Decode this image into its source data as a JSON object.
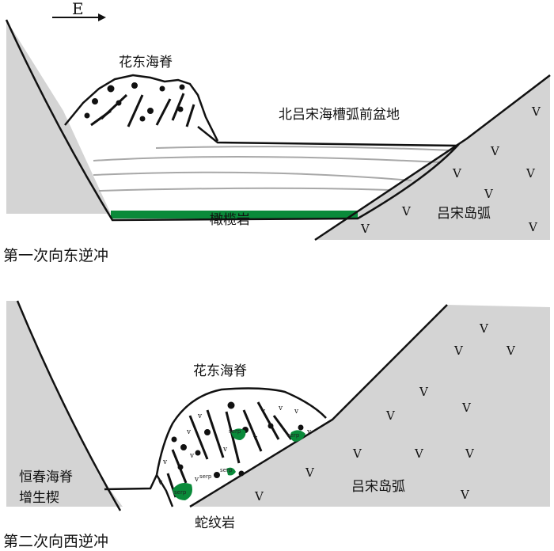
{
  "compass": {
    "label": "E"
  },
  "panel1": {
    "caption": "第一次向东逆冲",
    "ridge": "花东海脊",
    "basin": "北吕宋海槽弧前盆地",
    "olivine": "橄榄岩",
    "arc": "吕宋岛弧",
    "v": "V"
  },
  "panel2": {
    "caption": "第二次向西逆冲",
    "ridge": "花东海脊",
    "arc": "吕宋岛弧",
    "wedge_line1": "恒春海脊",
    "wedge_line2": "增生楔",
    "serpentinite": "蛇纹岩",
    "serp": "serp",
    "v": "V"
  },
  "colors": {
    "gray": "#d4d4d4",
    "green": "#0a8a3a",
    "layer": "#a8a8a8"
  }
}
